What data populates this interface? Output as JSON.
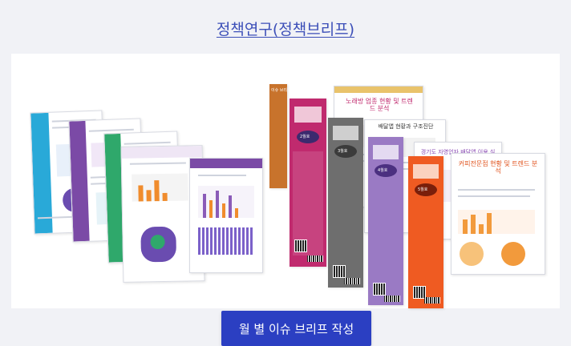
{
  "page": {
    "title": "정책연구(정책브리프)"
  },
  "cta": {
    "label": "월 별 이슈 브리프 작성"
  },
  "brief_covers": {
    "issue_tag": "이슈 브리프",
    "headline_1": "노래방 업종 현황 및 트렌드 분석",
    "headline_2": "배달앱 현황과 구조진단",
    "headline_3": "경기도 자영업자 배달앱 이용 실태조사",
    "headline_4": "커피전문점 현황 및 트렌드 분석",
    "issue_2": "2월호",
    "issue_3": "3월호",
    "issue_4": "4월호",
    "issue_5": "5월호"
  },
  "colors": {
    "title_blue": "#3c4fb8",
    "button_blue": "#2b3fc2",
    "strip_orange_dark": "#c8732c",
    "strip_magenta": "#c02a6e",
    "strip_gray": "#6e6e6e",
    "strip_purple": "#9a7ac4",
    "strip_orange": "#ef5b22",
    "strip_cyan": "#29a9d8",
    "strip_violet": "#7b4aa6"
  }
}
